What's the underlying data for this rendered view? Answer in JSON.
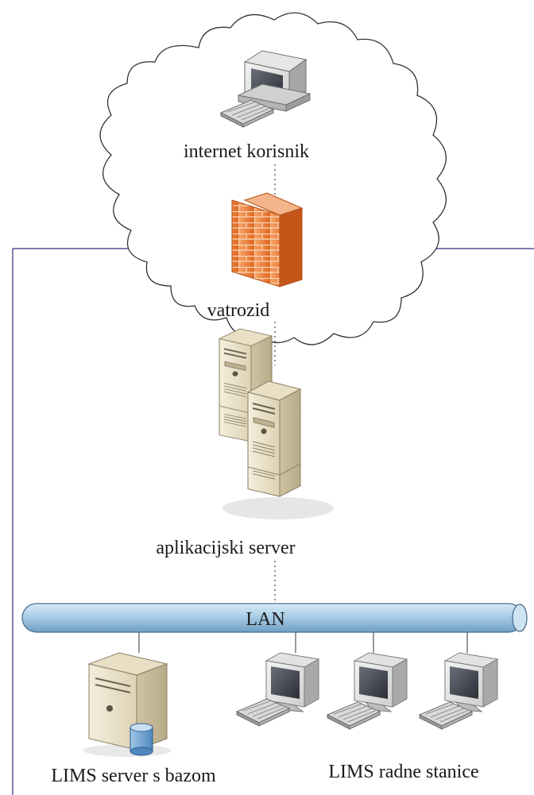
{
  "diagram": {
    "nodes": {
      "internet_user": {
        "label": "internet korisnik",
        "icon": "desktop-computer-icon"
      },
      "firewall": {
        "label": "vatrozid",
        "icon": "firewall-brick-wall-icon"
      },
      "app_server": {
        "label": "aplikacijski server",
        "icon": "server-cluster-icon"
      },
      "lan": {
        "label": "LAN",
        "icon": "network-bus-pipe"
      },
      "lims_server": {
        "label": "LIMS server s bazom",
        "icon": "database-server-icon"
      },
      "workstations": {
        "label": "LIMS radne stanice",
        "icon": "workstation-monitor-icon"
      }
    },
    "colors": {
      "boundary": "#2e2f7f",
      "lan_pipe": "#a9cde6",
      "firewall": "#e8742e",
      "server_beige": "#ece3cb"
    }
  }
}
